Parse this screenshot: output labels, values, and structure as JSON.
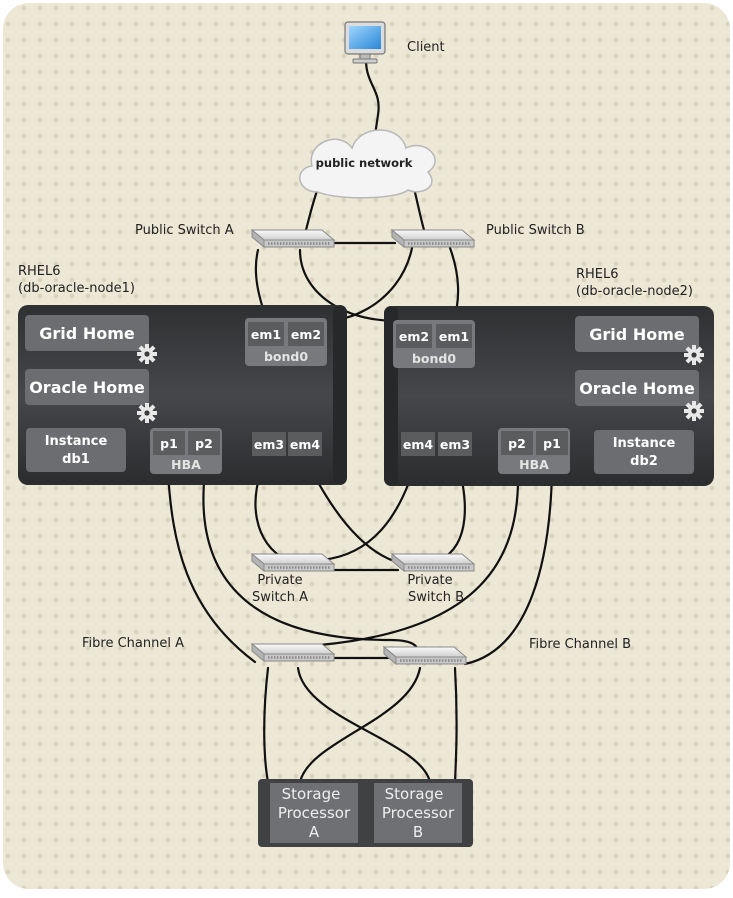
{
  "client": {
    "label": "Client",
    "icon": "monitor-icon"
  },
  "cloud": {
    "label": "public network",
    "icon": "cloud-icon"
  },
  "public_switches": {
    "a": {
      "label": "Public Switch A"
    },
    "b": {
      "label": "Public Switch B"
    }
  },
  "node1": {
    "os": "RHEL6",
    "hostname": "(db-oracle-node1)",
    "grid_home": "Grid Home",
    "oracle_home": "Oracle Home",
    "instance_line1": "Instance",
    "instance_line2": "db1",
    "bond": {
      "ports": [
        "em1",
        "em2"
      ],
      "label": "bond0"
    },
    "private_ports": [
      "em3",
      "em4"
    ],
    "hba": {
      "ports": [
        "p1",
        "p2"
      ],
      "label": "HBA"
    }
  },
  "node2": {
    "os": "RHEL6",
    "hostname": "(db-oracle-node2)",
    "grid_home": "Grid Home",
    "oracle_home": "Oracle Home",
    "instance_line1": "Instance",
    "instance_line2": "db2",
    "bond": {
      "ports": [
        "em2",
        "em1"
      ],
      "label": "bond0"
    },
    "private_ports": [
      "em4",
      "em3"
    ],
    "hba": {
      "ports": [
        "p2",
        "p1"
      ],
      "label": "HBA"
    }
  },
  "private_switches": {
    "a": {
      "line1": "Private",
      "line2": "Switch A"
    },
    "b": {
      "line1": "Private",
      "line2": "Switch B"
    }
  },
  "fibre": {
    "a": {
      "label": "Fibre Channel A"
    },
    "b": {
      "label": "Fibre Channel B"
    }
  },
  "storage": {
    "a": {
      "line1": "Storage",
      "line2": "Processor",
      "line3": "A"
    },
    "b": {
      "line1": "Storage",
      "line2": "Processor",
      "line3": "B"
    }
  },
  "colors": {
    "background": "#ede7d6",
    "node_body": "#3a3c3e",
    "node_box": "#6b6d70",
    "port": "#5a5c5e",
    "storage_body": "#3f4143",
    "storage_box": "#6e7073"
  }
}
